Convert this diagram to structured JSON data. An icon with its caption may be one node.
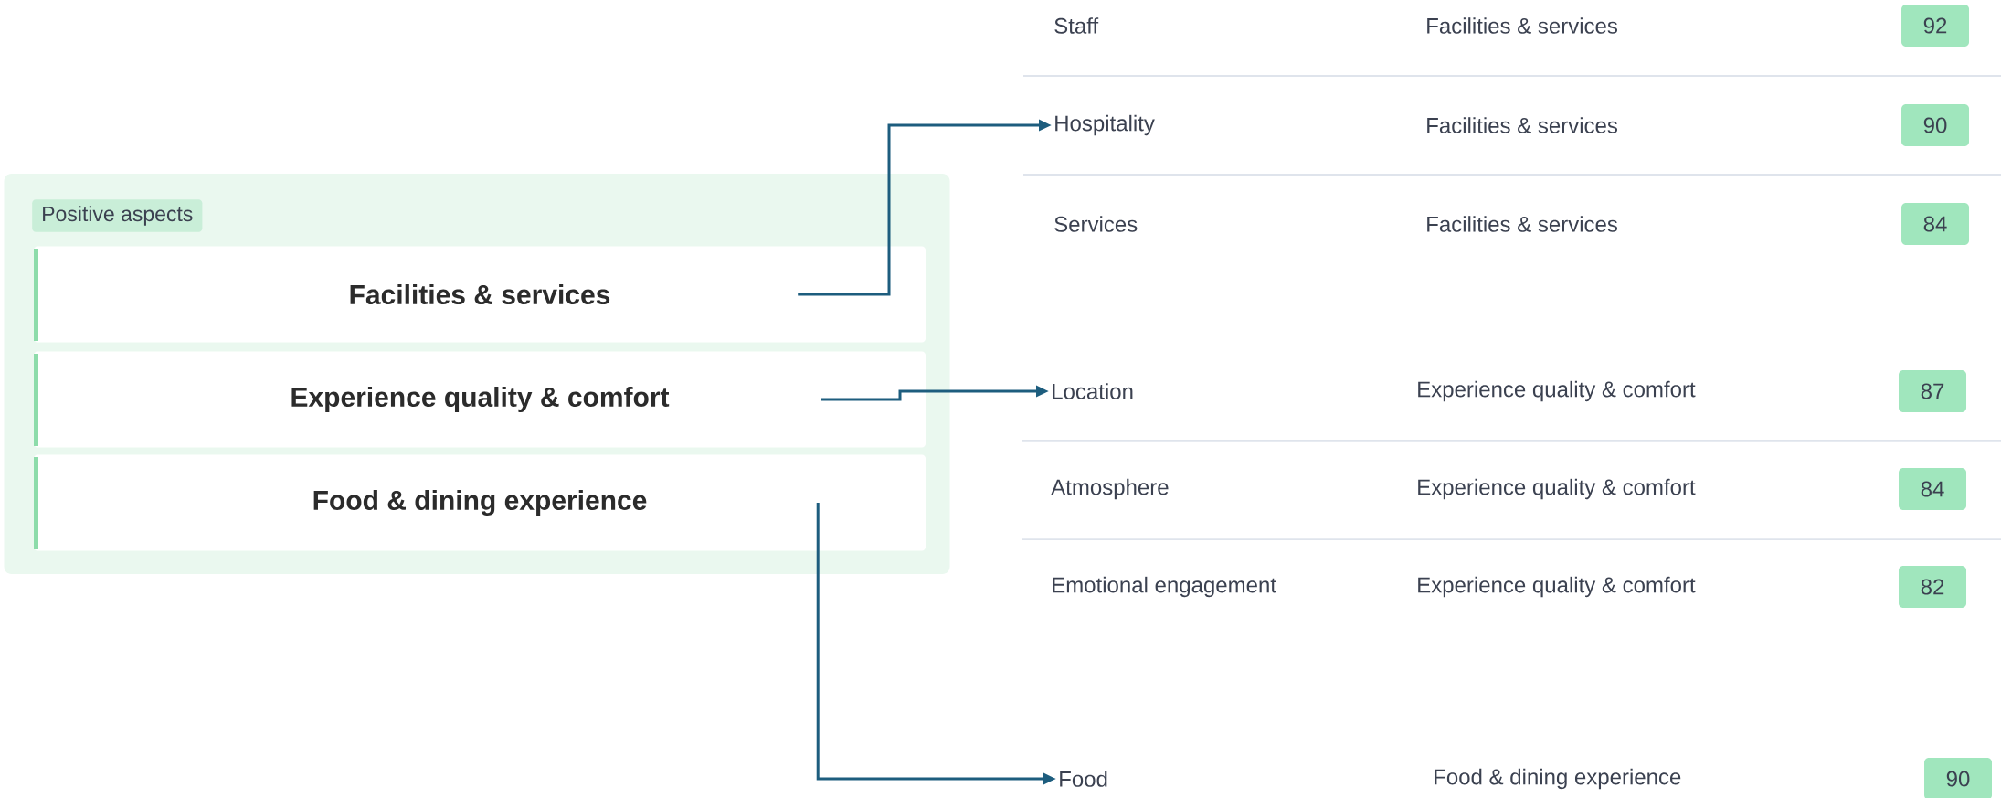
{
  "diagram": {
    "nodes": [
      {
        "text": [
          "Positive aspects"
        ]
      },
      {
        "text": [
          "Facilities & services"
        ],
        "in": 0
      },
      {
        "text": [
          "Experience quality & comfort"
        ],
        "in": 0
      },
      {
        "text": [
          "Food & dining experience"
        ],
        "in": 0
      },
      {
        "text": [
          "Staff"
        ]
      },
      {
        "text": [
          "Hospitality"
        ]
      },
      {
        "text": [
          "Services"
        ]
      },
      {
        "text": [
          "Location"
        ]
      },
      {
        "text": [
          "Atmosphere"
        ]
      },
      {
        "text": [
          "Emotional engagement"
        ]
      },
      {
        "text": [
          "Food"
        ]
      }
    ],
    "edges": [
      {
        "from": 1,
        "to": 5,
        "arrow": "to"
      },
      {
        "from": 2,
        "to": 7,
        "arrow": "to"
      },
      {
        "from": 3,
        "to": 10,
        "arrow": "to"
      }
    ],
    "labels": [
      "Facilities & services",
      "92",
      "Facilities & services",
      "90",
      "Facilities & services",
      "84",
      "Experience quality & comfort",
      "87",
      "Experience quality & comfort",
      "84",
      "Experience quality & comfort",
      "82",
      "Food & dining experience",
      "90"
    ]
  }
}
